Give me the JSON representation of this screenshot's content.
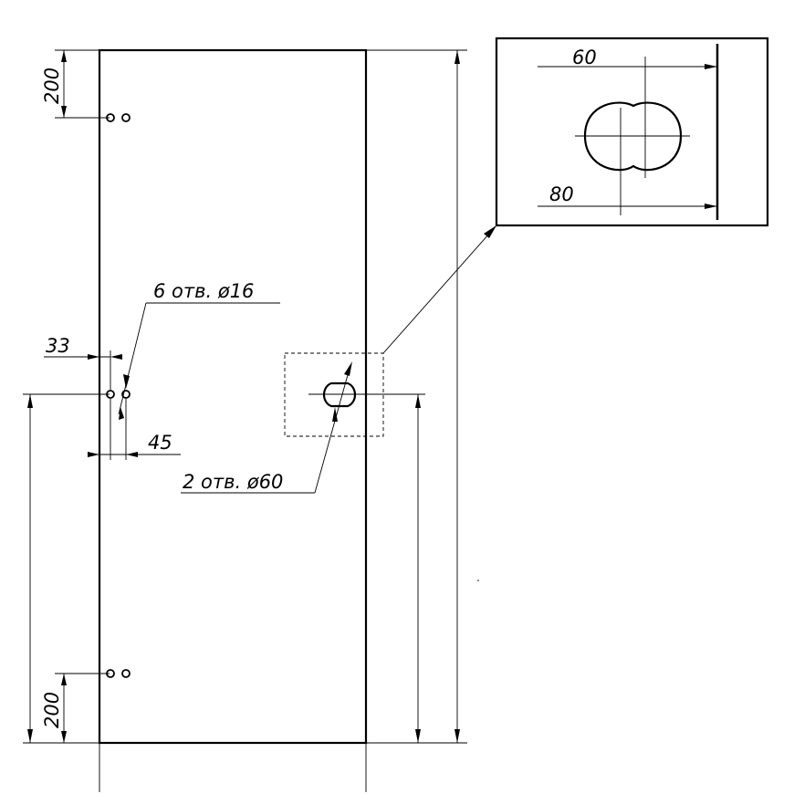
{
  "labels": {
    "top_offset": "200",
    "bottom_offset": "200",
    "edge_offset": "33",
    "hole_spacing": "45",
    "small_holes_note": "6 отв. ø16",
    "large_holes_note": "2 отв. ø60",
    "detail_dim_top": "60",
    "detail_dim_bottom": "80"
  }
}
